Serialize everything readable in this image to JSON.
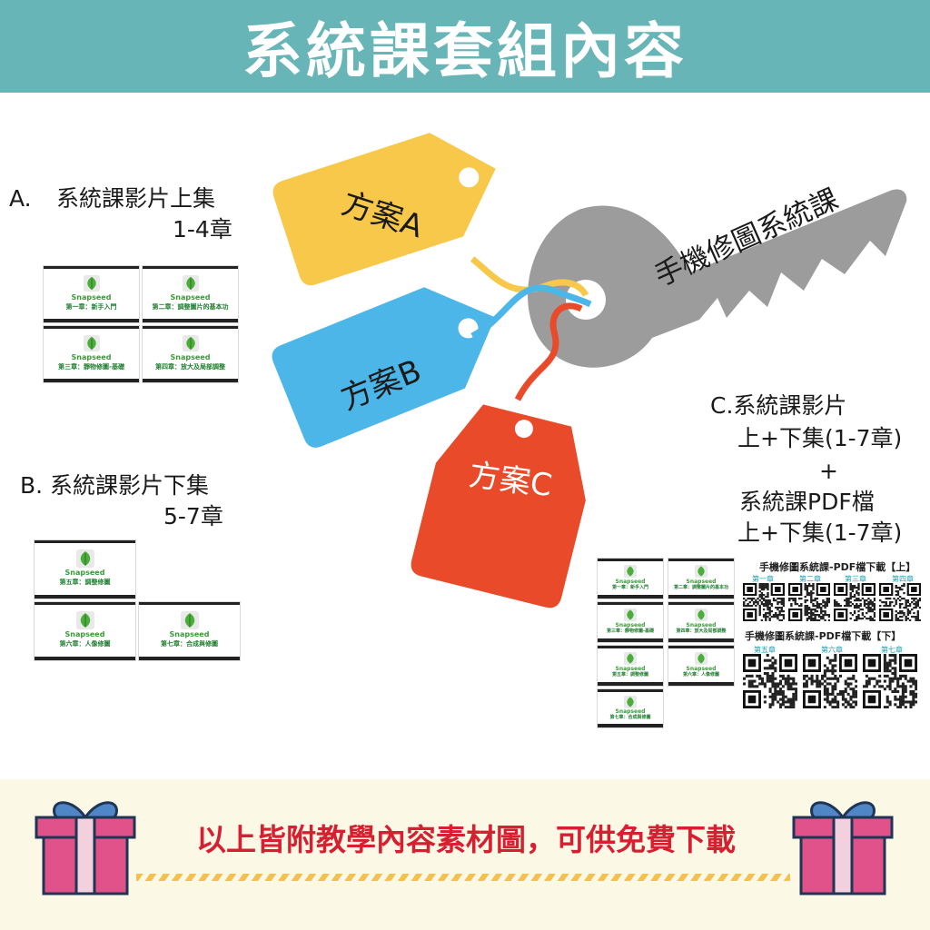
{
  "header": {
    "title": "系統課套組內容"
  },
  "plans": {
    "a_label": "A.",
    "a_title": "系統課影片上集",
    "a_range": "1-4章",
    "b_title": "B. 系統課影片下集",
    "b_range": "5-7章",
    "c_line1": "C.系統課影片",
    "c_line2": "上+下集(1-7章)",
    "c_plus": "+",
    "c_line3": "系統課PDF檔",
    "c_line4": "上+下集(1-7章)"
  },
  "tags": {
    "a": "方案A",
    "b": "方案B",
    "c": "方案C",
    "key": "手機修圖系統課"
  },
  "thumbs": {
    "brand": "Snapseed",
    "ch1": "第一章：新手入門",
    "ch2": "第二章：調整圖片的基本功",
    "ch3": "第三章：靜物修圖-基礎",
    "ch4": "第四章：放大及局部調整",
    "ch5": "第五章：調整修圖",
    "ch6": "第六章：人像修圖",
    "ch7": "第七章：合成與修圖"
  },
  "pdf": {
    "title_upper": "手機修圖系統課-PDF檔下載【上】",
    "title_lower": "手機修圖系統課-PDF檔下載【下】",
    "chapters_upper": [
      "第一章",
      "第二章",
      "第三章",
      "第四章"
    ],
    "chapters_lower": [
      "第五章",
      "第六章",
      "第七章"
    ]
  },
  "footer": {
    "text": "以上皆附教學內容素材圖，可供免費下載"
  },
  "colors": {
    "banner": "#68b5b7",
    "tag_a": "#f7c84a",
    "tag_b": "#4cb6e8",
    "tag_c": "#e84a2a",
    "key": "#9c9c9c",
    "footer_text": "#d61f30",
    "gift": "#e2528a"
  },
  "icons": [
    "gift-icon",
    "snapseed-leaf-icon",
    "qr-code-icon"
  ]
}
